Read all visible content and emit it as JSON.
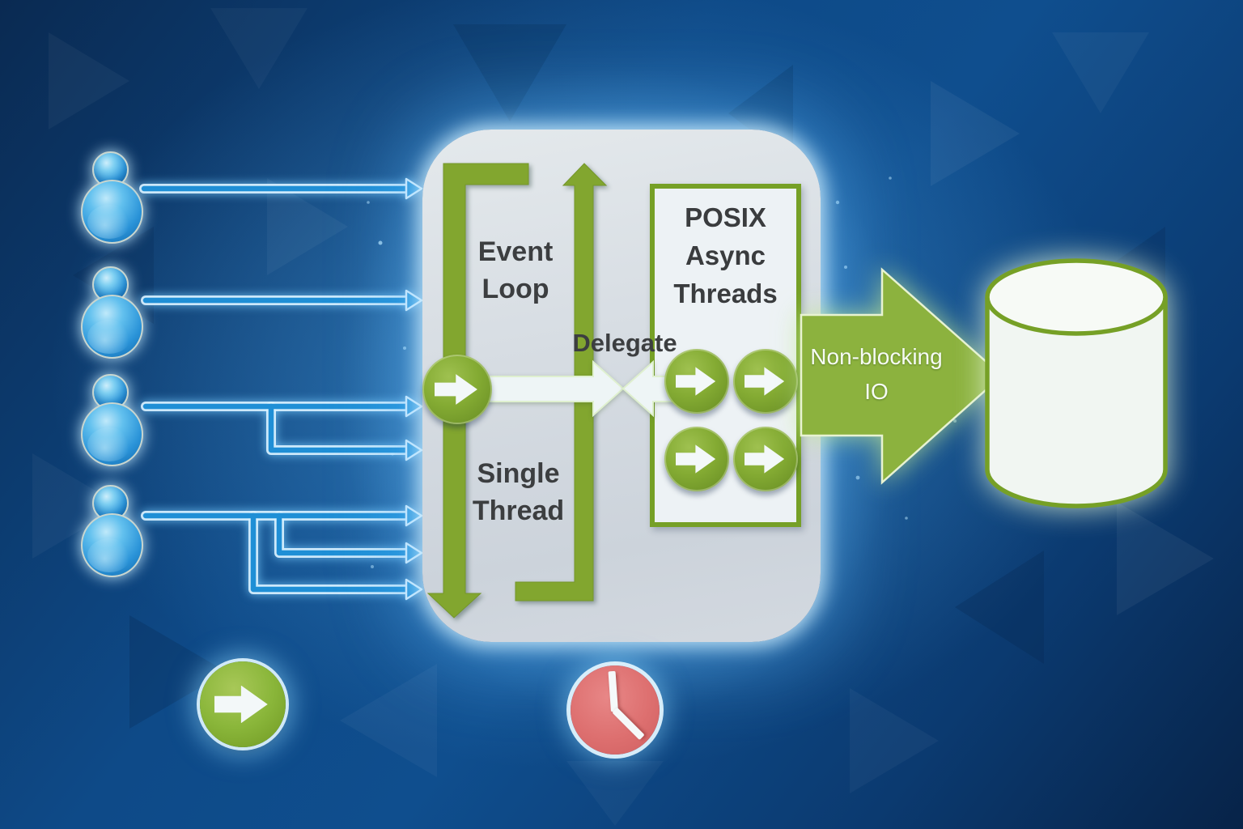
{
  "labels": {
    "event_loop": "Event Loop",
    "single_thread": "Single Thread",
    "delegate": "Delegate",
    "posix_threads": "POSIX Async Threads",
    "non_blocking_io": "Non-blocking IO"
  },
  "icons": {
    "user": "user-icon",
    "thread_arrow": "arrow-circle-icon",
    "legend_arrow": "arrow-circle-icon",
    "clock": "clock-icon",
    "database": "database-cylinder-icon"
  },
  "counts": {
    "users": 4,
    "request_arrows": 7,
    "posix_thread_circles": 4
  },
  "colors": {
    "background_blue": "#0e4a88",
    "accent_green": "#82a62f",
    "arrow_blue": "#1f8fd6",
    "clock_red": "#dd6f6f",
    "box_gray": "#d7dde3",
    "arrow_white": "#eef5f6"
  }
}
